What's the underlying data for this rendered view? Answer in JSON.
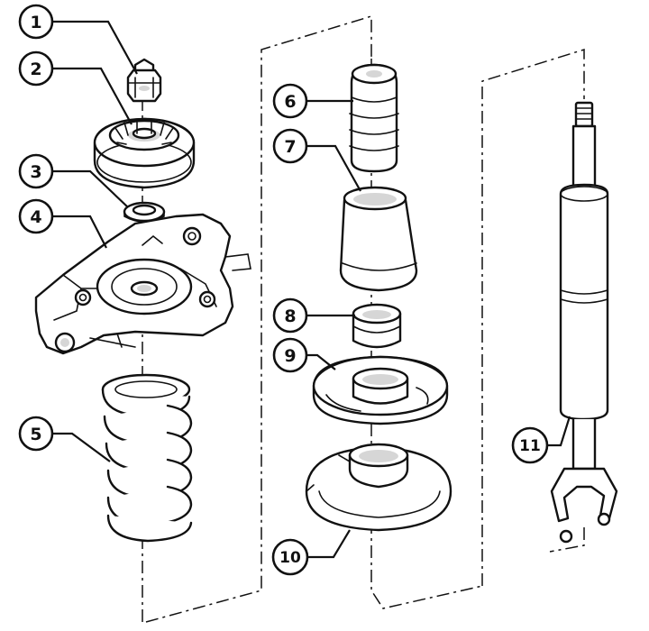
{
  "callouts": [
    {
      "number": "1"
    },
    {
      "number": "2"
    },
    {
      "number": "3"
    },
    {
      "number": "4"
    },
    {
      "number": "5"
    },
    {
      "number": "6"
    },
    {
      "number": "7"
    },
    {
      "number": "8"
    },
    {
      "number": "9"
    },
    {
      "number": "10"
    },
    {
      "number": "11"
    }
  ],
  "parts": [
    {
      "callout": "1",
      "icon": "nut-icon"
    },
    {
      "callout": "2",
      "icon": "strut-top-mount-icon"
    },
    {
      "callout": "3",
      "icon": "washer-bearing-icon"
    },
    {
      "callout": "4",
      "icon": "body-mounting-bracket-icon"
    },
    {
      "callout": "5",
      "icon": "coil-spring-icon"
    },
    {
      "callout": "6",
      "icon": "bump-stop-icon"
    },
    {
      "callout": "7",
      "icon": "dust-boot-icon"
    },
    {
      "callout": "8",
      "icon": "spacer-sleeve-icon"
    },
    {
      "callout": "9",
      "icon": "upper-spring-seat-icon"
    },
    {
      "callout": "10",
      "icon": "lower-spring-seat-icon"
    },
    {
      "callout": "11",
      "icon": "shock-absorber-icon"
    }
  ]
}
